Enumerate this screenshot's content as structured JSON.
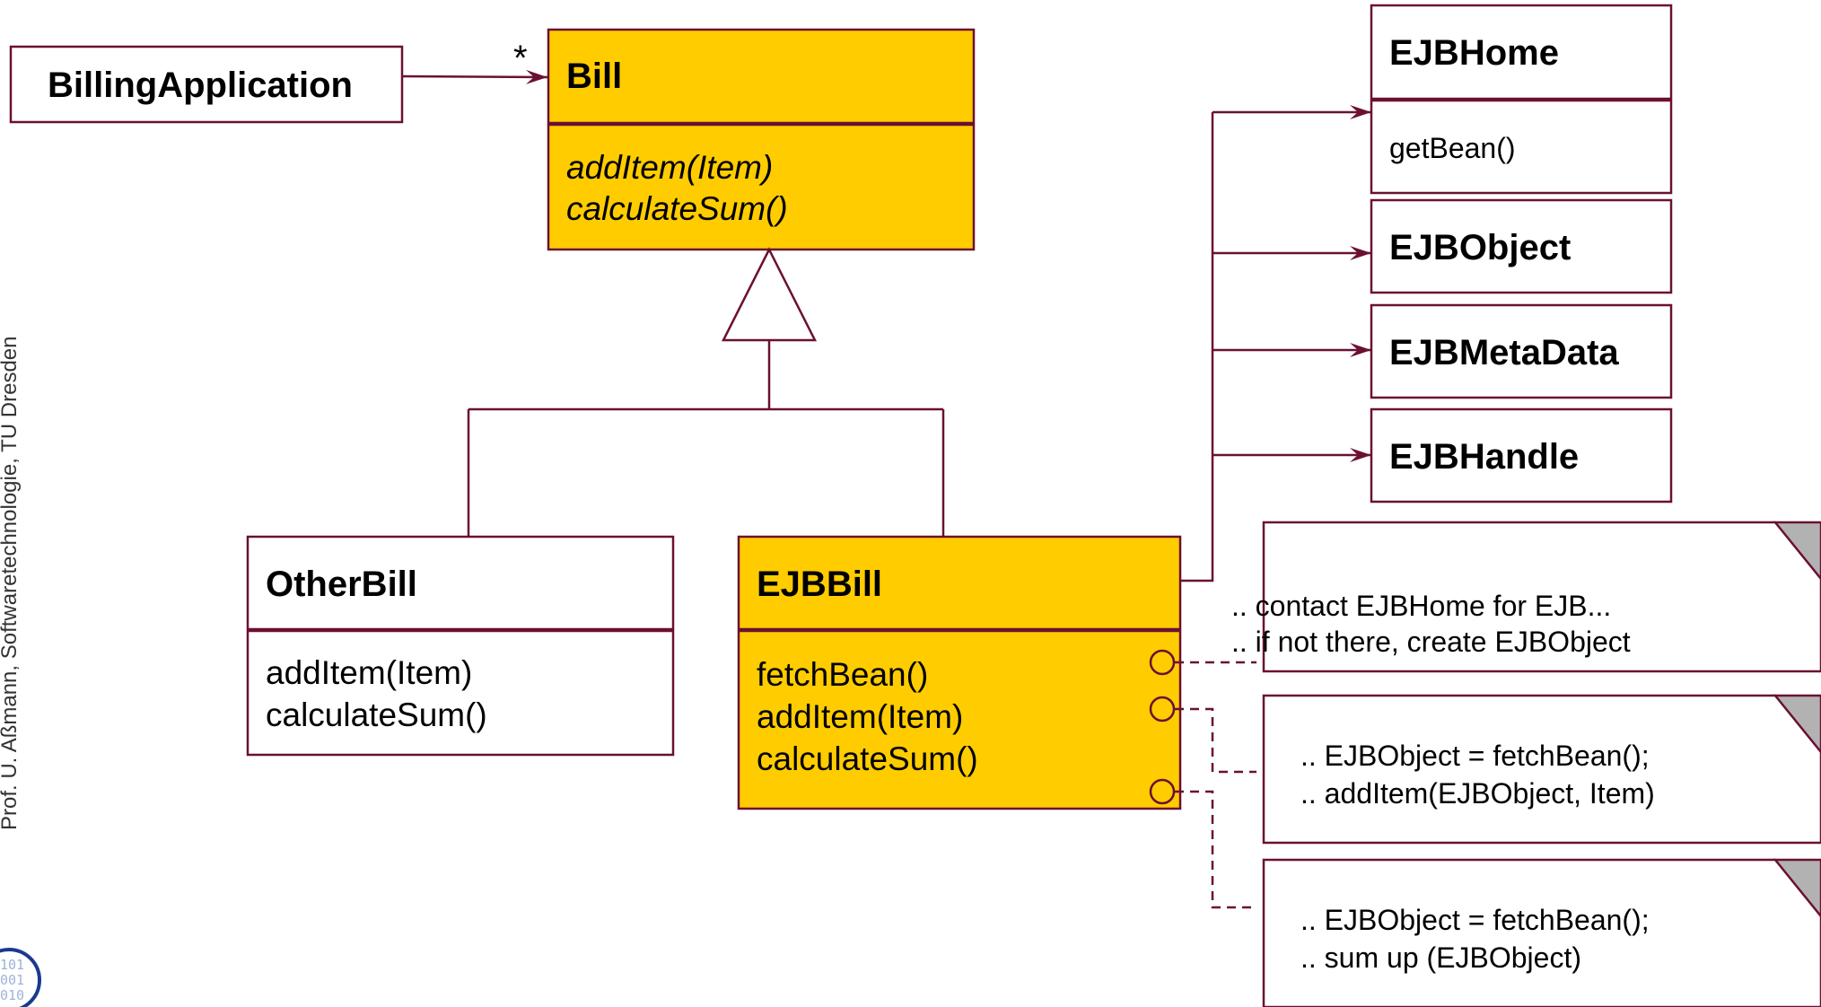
{
  "side_credit": "Prof. U. Aßmann, Softwaretechnologie, TU Dresden",
  "colors": {
    "line": "#6b1033",
    "highlight_fill": "#ffcc00",
    "note_corner": "#b2b2b2"
  },
  "classes": {
    "billing_application": {
      "name": "BillingApplication"
    },
    "bill": {
      "name": "Bill",
      "operations": [
        "addItem(Item)",
        "calculateSum()"
      ],
      "operations_italic": true
    },
    "other_bill": {
      "name": "OtherBill",
      "operations": [
        "addItem(Item)",
        "calculateSum()"
      ]
    },
    "ejb_bill": {
      "name": "EJBBill",
      "operations": [
        "fetchBean()",
        "addItem(Item)",
        "calculateSum()"
      ]
    },
    "ejb_home": {
      "name": "EJBHome",
      "operations": [
        "getBean()"
      ]
    },
    "ejb_object": {
      "name": "EJBObject"
    },
    "ejb_metadata": {
      "name": "EJBMetaData"
    },
    "ejb_handle": {
      "name": "EJBHandle"
    }
  },
  "association_multiplicity": "*",
  "notes": [
    {
      "lines": [
        ".. contact EJBHome for EJB...",
        ".. if not there, create EJBObject"
      ]
    },
    {
      "lines": [
        ".. EJBObject =  fetchBean();",
        ".. addItem(EJBObject, Item)"
      ]
    },
    {
      "lines": [
        ".. EJBObject =  fetchBean();",
        ".. sum up (EJBObject)"
      ]
    }
  ],
  "logo_icon": "binary-digits-logo-icon"
}
